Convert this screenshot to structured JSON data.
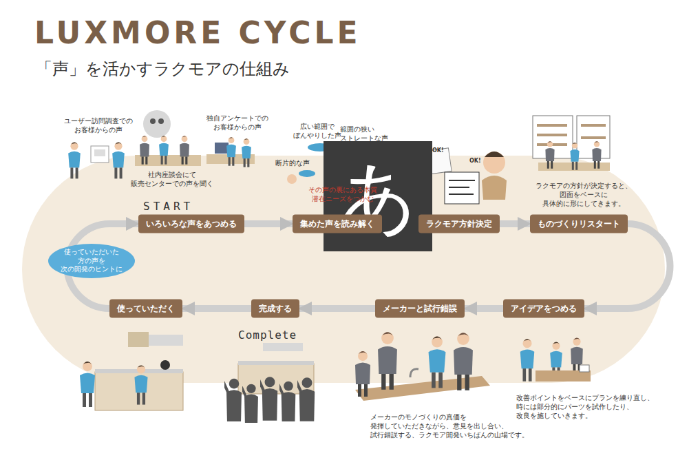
{
  "diagram": {
    "title": "LUXMORE CYCLE",
    "nodes": [
      {
        "text": [
          "いろいろな声をあつめる"
        ]
      },
      {
        "text": [
          "集めた声を読み解く"
        ]
      },
      {
        "text": [
          "ラクモア方針決定"
        ]
      },
      {
        "text": [
          "ものづくりリスタート"
        ]
      },
      {
        "text": [
          "アイデアをつめる"
        ]
      },
      {
        "text": [
          "メーカーと試行錯誤"
        ]
      },
      {
        "text": [
          "完成する"
        ]
      },
      {
        "text": [
          "使っていただく"
        ]
      },
      {
        "text": [
          "使っていただいた 方の声を 次の開発のヒントに"
        ]
      }
    ],
    "edges": [
      {
        "from": 0,
        "to": 1,
        "arrow": "to"
      },
      {
        "from": 1,
        "to": 2,
        "arrow": "to"
      },
      {
        "from": 2,
        "to": 3,
        "arrow": "to"
      },
      {
        "from": 3,
        "to": 4,
        "arrow": "to"
      },
      {
        "from": 4,
        "to": 5,
        "arrow": "to"
      },
      {
        "from": 5,
        "to": 6,
        "arrow": "to"
      },
      {
        "from": 6,
        "to": 7,
        "arrow": "to"
      },
      {
        "from": 7,
        "to": 0,
        "arrow": "to"
      }
    ],
    "labels": [
      "「声」を活かすラクモアの仕組み",
      "ユーザー訪問調査での お客様からの声",
      "社内座談会にて 販売センターでの声を聞く",
      "独自アンケートでの お客様からの声",
      "広い範囲で ぼんやりした声",
      "範囲の狭い ストレートな声",
      "断片的な声",
      "その声の裏にある本質 潜在ニーズをつかむ",
      "OK!",
      "OK!",
      "ラクモアの方針が決定すると、 図面をベースに 具体的に形にしてきます。",
      "START",
      "Complete",
      "改善ポイントをベースにプランを練り直し、 時には部分的にパーツを試作したり、 改良を施していきます。",
      "メーカーのモノづくりの真価を 発揮していただきながら、意見を出し合い、 試行錯誤する、ラクモア開発いちばんの山場です。",
      "あ"
    ]
  }
}
